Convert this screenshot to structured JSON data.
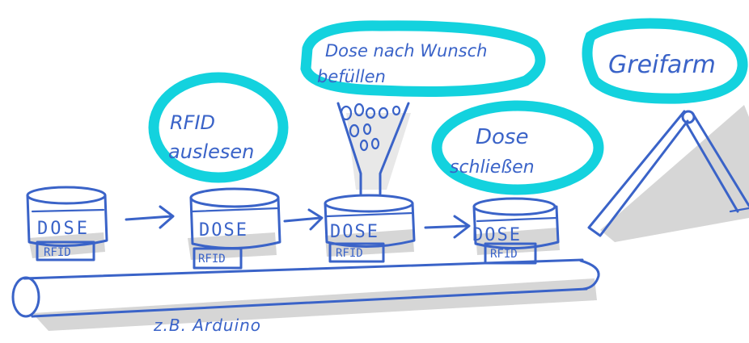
{
  "colors": {
    "ink": "#3a63c8",
    "highlight": "#13d2de",
    "shadow": "#d6d6d6"
  },
  "cans": [
    {
      "label": "DOSE",
      "tag": "RFID"
    },
    {
      "label": "DOSE",
      "tag": "RFID"
    },
    {
      "label": "DOSE",
      "tag": "RFID"
    },
    {
      "label": "DOSE",
      "tag": "RFID"
    }
  ],
  "bubbles": {
    "rfid_line1": "RFID",
    "rfid_line2": "auslesen",
    "fill_line1": "Dose nach Wunsch",
    "fill_line2": "befüllen",
    "close_line1": "Dose",
    "close_line2": "schließen",
    "gripper": "Greifarm"
  },
  "conveyor_caption": "z.B. Arduino"
}
